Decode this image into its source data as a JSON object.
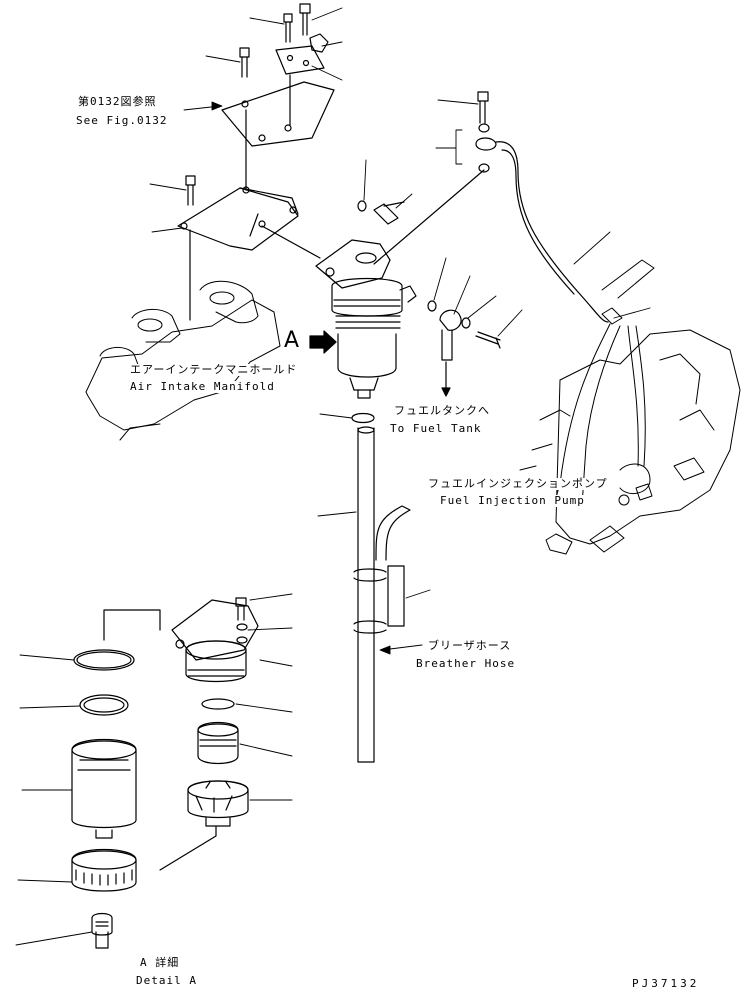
{
  "callouts": {
    "see_fig_jp": "第0132図参照",
    "see_fig_en": "See Fig.0132",
    "air_intake_jp": "エアーインテークマニホールド",
    "air_intake_en": "Air Intake Manifold",
    "to_fuel_tank_jp": "フュエルタンクへ",
    "to_fuel_tank_en": "To Fuel Tank",
    "injection_pump_jp": "フュエルインジェクションポンプ",
    "injection_pump_en": "Fuel Injection Pump",
    "breather_hose_jp": "ブリーザホース",
    "breather_hose_en": "Breather Hose",
    "detail_jp": "A 詳細",
    "detail_en": "Detail A",
    "view_marker": "A"
  },
  "drawing_number": "PJ37132",
  "colors": {
    "ink": "#000000",
    "paper": "#ffffff"
  }
}
